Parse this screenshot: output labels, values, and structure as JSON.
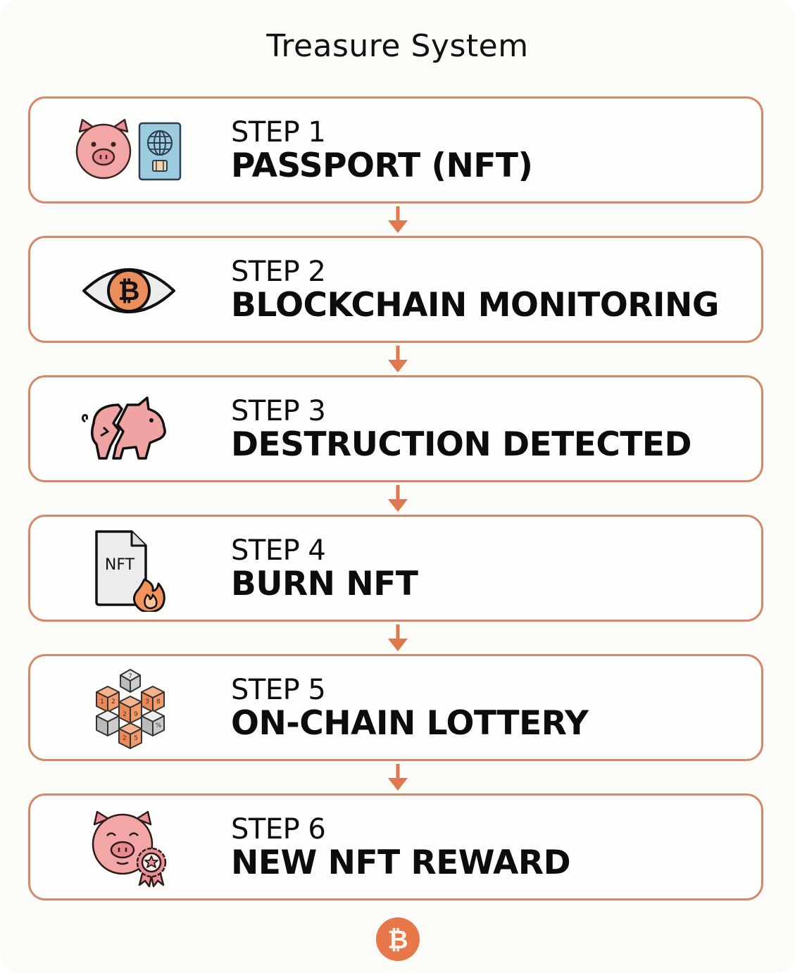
{
  "title": "Treasure System",
  "colors": {
    "border": "#d6876a",
    "arrow": "#e0784f",
    "coin": "#e8784a",
    "pig": "#f0a0a0",
    "passport": "#9ccbe0"
  },
  "steps": [
    {
      "num": "STEP 1",
      "name": "PASSPORT (NFT)",
      "icon": "pig-and-passport-icon"
    },
    {
      "num": "STEP 2",
      "name": "BLOCKCHAIN MONITORING",
      "icon": "eye-bitcoin-icon"
    },
    {
      "num": "STEP 3",
      "name": "DESTRUCTION DETECTED",
      "icon": "broken-piggy-bank-icon"
    },
    {
      "num": "STEP 4",
      "name": "BURN NFT",
      "icon": "nft-file-fire-icon"
    },
    {
      "num": "STEP 5",
      "name": "ON-CHAIN LOTTERY",
      "icon": "blocks-cubes-icon"
    },
    {
      "num": "STEP 6",
      "name": "NEW NFT REWARD",
      "icon": "pig-award-badge-icon"
    }
  ],
  "footer_icon": "bitcoin-coin-icon"
}
